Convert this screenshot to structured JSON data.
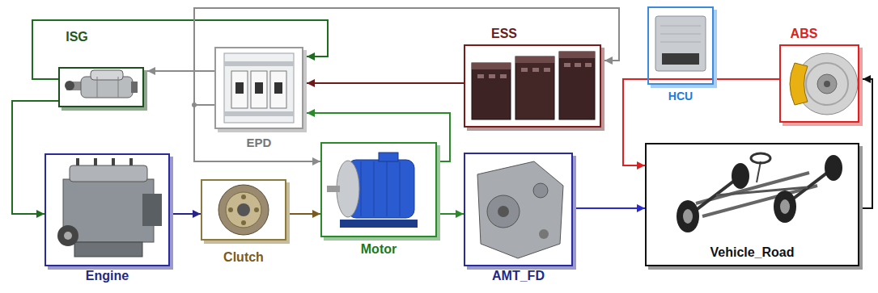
{
  "diagram": {
    "nodes": [
      {
        "text": [
          "ISG"
        ]
      },
      {
        "text": [
          "EPD"
        ]
      },
      {
        "text": [
          "ESS"
        ]
      },
      {
        "text": [
          "HCU"
        ]
      },
      {
        "text": [
          "ABS"
        ]
      },
      {
        "text": [
          "Engine"
        ]
      },
      {
        "text": [
          "Clutch"
        ]
      },
      {
        "text": [
          "Motor"
        ]
      },
      {
        "text": [
          "AMT_FD"
        ]
      },
      {
        "text": [
          "Vehicle_Road"
        ]
      }
    ],
    "edges": [
      {
        "from": 0,
        "to": 5,
        "arrow": "to"
      },
      {
        "from": 0,
        "to": 1,
        "arrow": "to"
      },
      {
        "from": 1,
        "to": 0,
        "arrow": "to"
      },
      {
        "from": 1,
        "to": 2,
        "arrow": "to"
      },
      {
        "from": 1,
        "to": 7,
        "arrow": "to"
      },
      {
        "from": 2,
        "to": 1,
        "arrow": "to"
      },
      {
        "from": 7,
        "to": 1,
        "arrow": "to"
      },
      {
        "from": 5,
        "to": 6,
        "arrow": "to"
      },
      {
        "from": 6,
        "to": 7,
        "arrow": "to"
      },
      {
        "from": 7,
        "to": 8,
        "arrow": "to"
      },
      {
        "from": 8,
        "to": 9,
        "arrow": "to"
      },
      {
        "from": 4,
        "to": 9,
        "arrow": "to"
      },
      {
        "from": 9,
        "to": 4,
        "arrow": "to"
      }
    ]
  }
}
